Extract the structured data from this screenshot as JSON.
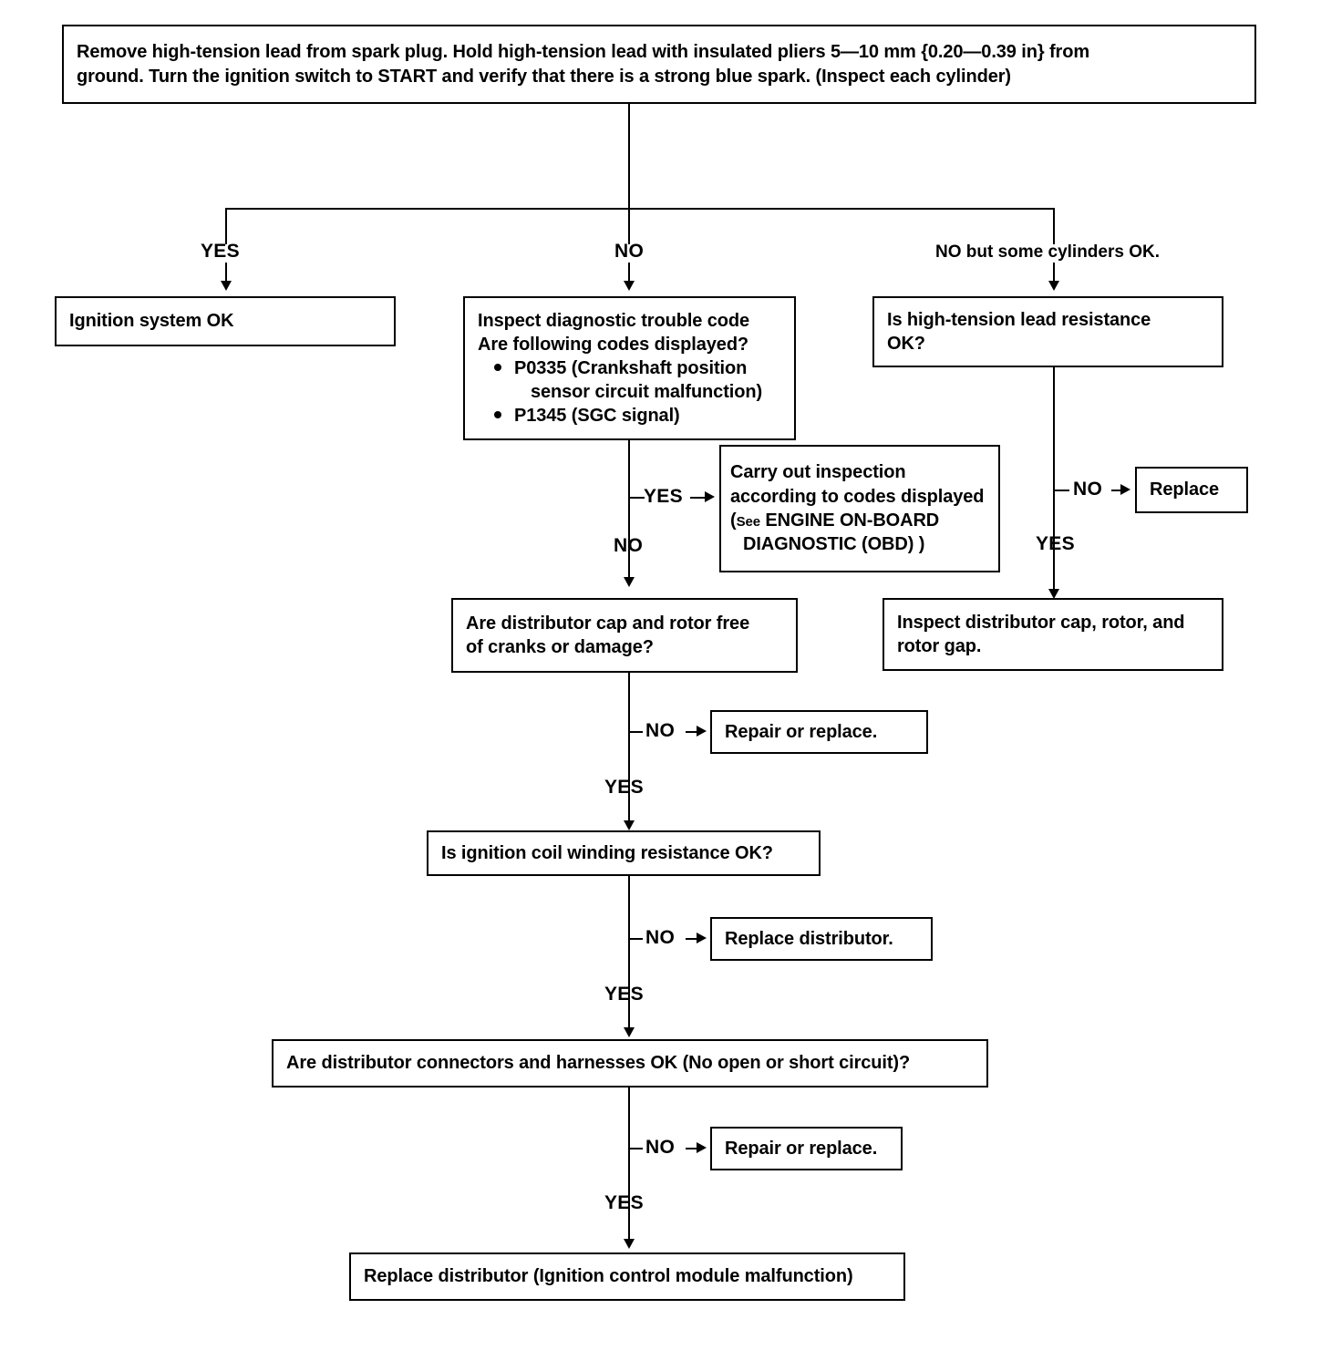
{
  "diagram": {
    "title": "Ignition spark test troubleshooting flowchart",
    "nodes": {
      "start": {
        "line1": "Remove high-tension lead from spark plug. Hold high-tension lead with insulated pliers 5—10 mm {0.20—0.39 in} from",
        "line2": "ground. Turn the ignition switch to START and verify that there is a strong blue spark. (Inspect each cylinder)"
      },
      "ignition_ok": {
        "line1": "Ignition system OK"
      },
      "dtc_check": {
        "line1": "Inspect diagnostic trouble code",
        "line2": "Are following codes displayed?",
        "bullet1a": "P0335 (Crankshaft position",
        "bullet1b": "sensor circuit malfunction)",
        "bullet2a": "P1345 (SGC signal)"
      },
      "ht_lead_resistance": {
        "line1": "Is high-tension lead resistance",
        "line2": "OK?"
      },
      "carry_out_inspection": {
        "line1": "Carry out inspection",
        "line2": "according to codes displayed",
        "line3_pre": "(",
        "line3_see": "See",
        "line3_post": "ENGINE ON-BOARD",
        "line4": "DIAGNOSTIC (OBD) )"
      },
      "replace": {
        "line1": "Replace"
      },
      "inspect_cap_rotor_gap": {
        "line1": "Inspect distributor cap, rotor, and",
        "line2": "rotor gap."
      },
      "cap_rotor_free": {
        "line1": "Are distributor cap and rotor free",
        "line2": "of cranks or damage?"
      },
      "repair_or_replace_1": {
        "line1": "Repair or replace."
      },
      "coil_winding": {
        "line1": "Is ignition coil winding resistance OK?"
      },
      "replace_distributor_1": {
        "line1": "Replace distributor."
      },
      "connectors_harnesses": {
        "line1": "Are distributor connectors and harnesses OK (No open or short circuit)?"
      },
      "repair_or_replace_2": {
        "line1": "Repair or replace."
      },
      "final": {
        "line1": "Replace distributor (Ignition control module malfunction)"
      }
    },
    "labels": {
      "yes_left": "YES",
      "no_center": "NO",
      "no_some_cylinders": "NO but some cylinders OK.",
      "yes_dtc": "YES",
      "no_dtc": "NO",
      "no_ht_lead": "NO",
      "yes_ht_lead": "YES",
      "no_cap_rotor": "NO",
      "yes_cap_rotor": "YES",
      "no_coil": "NO",
      "yes_coil": "YES",
      "no_harness": "NO",
      "yes_harness": "YES"
    },
    "colors": {
      "line": "#000000",
      "background": "#ffffff",
      "text": "#000000"
    }
  }
}
